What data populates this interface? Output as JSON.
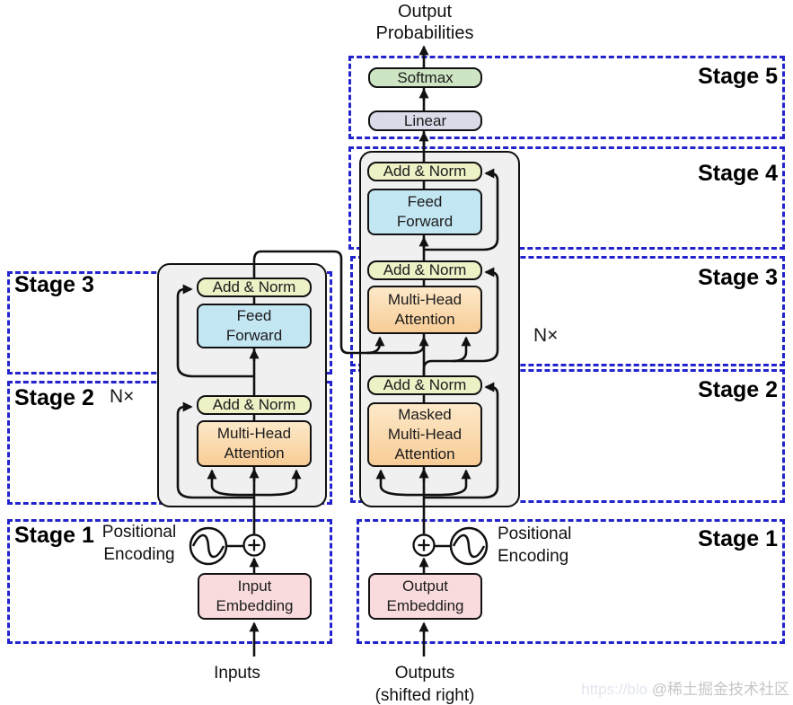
{
  "diagram": {
    "output_label": {
      "l1": "Output",
      "l2": "Probabilities"
    },
    "io": {
      "inputs": "Inputs",
      "outputs_l1": "Outputs",
      "outputs_l2": "(shifted right)"
    },
    "stage_labels": {
      "s5": "Stage 5",
      "s4": "Stage 4",
      "s3": "Stage 3",
      "s2": "Stage 2",
      "s1": "Stage 1"
    },
    "repeat_label": "N×",
    "positional": {
      "l1": "Positional",
      "l2": "Encoding"
    },
    "blocks": {
      "softmax": "Softmax",
      "linear": "Linear",
      "add_norm": "Add & Norm",
      "feed_forward": {
        "l1": "Feed",
        "l2": "Forward"
      },
      "mha": {
        "l1": "Multi-Head",
        "l2": "Attention"
      },
      "masked_mha": {
        "l1": "Masked",
        "l2": "Multi-Head",
        "l3": "Attention"
      },
      "input_embedding": {
        "l1": "Input",
        "l2": "Embedding"
      },
      "output_embedding": {
        "l1": "Output",
        "l2": "Embedding"
      }
    },
    "watermark": {
      "prefix": "https://blo",
      "text": "@稀土掘金技术社区"
    },
    "colors": {
      "dashed_box": "#2323cd",
      "softmax": "#cde5c3",
      "linear": "#d9dbe8",
      "add_norm": "#eef0c6",
      "feed_forward": "#c3e6f3",
      "attention": "#f9d3a0",
      "embedding": "#fadbdd",
      "container": "#f0f0f0",
      "line": "#111111"
    }
  }
}
